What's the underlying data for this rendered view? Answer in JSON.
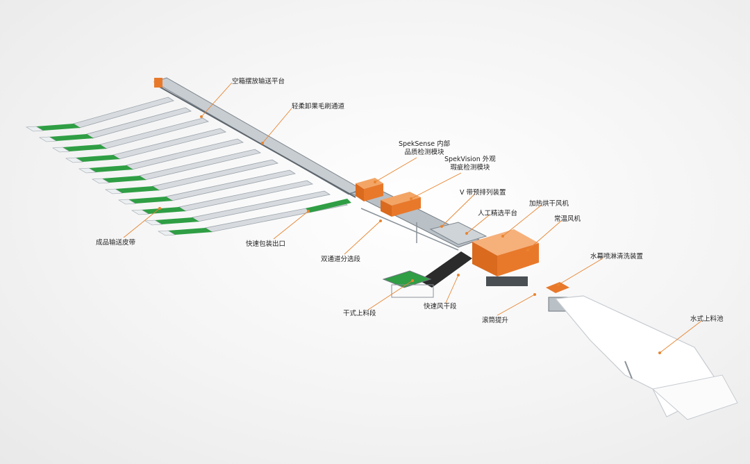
{
  "colors": {
    "frame": "#9aa3ab",
    "frame_dark": "#5d656c",
    "belt_green": "#2f9e44",
    "module_orange": "#e8792b",
    "leader_orange": "#e8842f",
    "slide_white": "#ffffff"
  },
  "labels": {
    "empty_box_platform": "空箱摆放输送平台",
    "soft_unload_brush": "轻柔卸果毛刷通道",
    "speksense_line1": "SpekSense 内部",
    "speksense_line2": "品质检测模块",
    "spekvision_line1": "SpekVision 外观",
    "spekvision_line2": "瑕疵检测模块",
    "v_belt": "V 带预排列装置",
    "manual_select": "人工精选平台",
    "heated_dryer": "加热烘干风机",
    "ambient_fan": "常温风机",
    "water_curtain": "水幕喷淋清洗装置",
    "finished_belt": "成品输送皮带",
    "quick_pack_exit": "快速包装出口",
    "dual_channel": "双通道分选段",
    "dry_feed": "干式上料段",
    "quick_air_dry": "快速风干段",
    "roller_lift": "滚筒提升",
    "water_feed_pool": "水式上料池"
  }
}
